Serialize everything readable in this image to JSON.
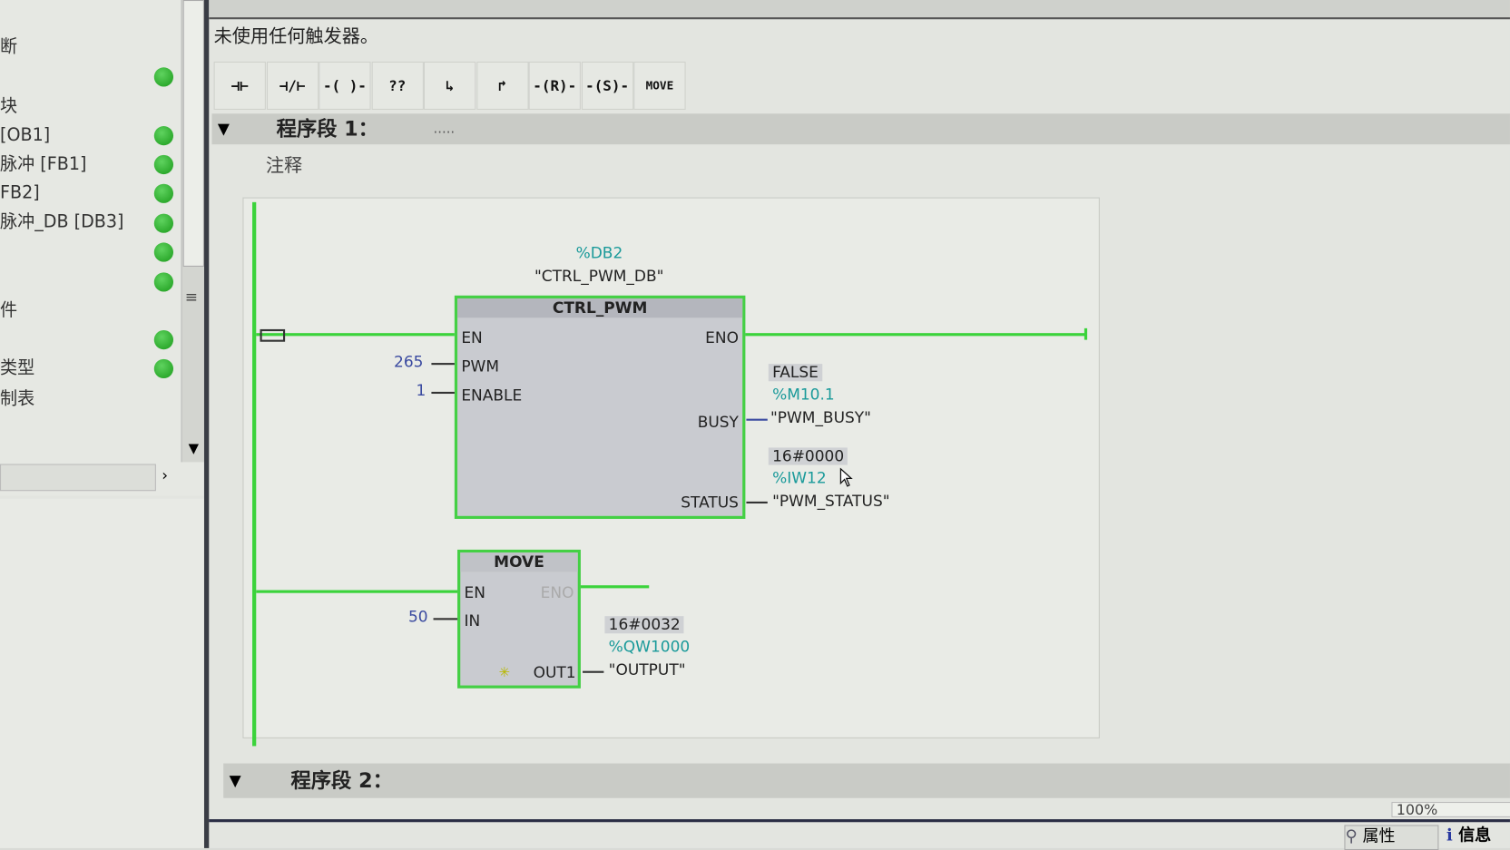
{
  "tree": {
    "items": [
      {
        "label": "断",
        "status": null
      },
      {
        "label": "",
        "status": "ok"
      },
      {
        "label": "块",
        "status": null
      },
      {
        "label": "[OB1]",
        "status": "ok"
      },
      {
        "label": "脉冲 [FB1]",
        "status": "ok"
      },
      {
        "label": "FB2]",
        "status": "ok"
      },
      {
        "label": "脉冲_DB [DB3]",
        "status": "ok"
      },
      {
        "label": "",
        "status": "ok"
      },
      {
        "label": "",
        "status": "ok"
      },
      {
        "label": "件",
        "status": null
      },
      {
        "label": "",
        "status": "ok"
      },
      {
        "label": "类型",
        "status": "ok"
      },
      {
        "label": "制表",
        "status": null
      }
    ]
  },
  "message": "未使用任何触发器。",
  "toolbar": [
    "⊣⊢",
    "⊣/⊢",
    "-( )-",
    "??",
    "↳",
    "↱",
    "-(R)-",
    "-(S)-",
    "MOVE"
  ],
  "network1": {
    "title": "程序段 1：",
    "dots": ".....",
    "comment": "注释"
  },
  "network2": {
    "title": "程序段 2："
  },
  "ctrl_pwm": {
    "db_addr": "%DB2",
    "db_name": "\"CTRL_PWM_DB\"",
    "name": "CTRL_PWM",
    "pins": {
      "en": "EN",
      "eno": "ENO",
      "pwm": "PWM",
      "enable": "ENABLE",
      "busy": "BUSY",
      "status": "STATUS"
    },
    "pwm_val": "265",
    "enable_val": "1",
    "busy": {
      "monitor": "FALSE",
      "addr": "%M10.1",
      "tag": "\"PWM_BUSY\""
    },
    "status": {
      "monitor": "16#0000",
      "addr": "%IW12",
      "tag": "\"PWM_STATUS\""
    }
  },
  "move": {
    "name": "MOVE",
    "pins": {
      "en": "EN",
      "eno": "ENO",
      "in": "IN",
      "out1": "OUT1"
    },
    "in_val": "50",
    "out": {
      "monitor": "16#0032",
      "addr": "%QW1000",
      "tag": "\"OUTPUT\""
    }
  },
  "zoom": "100%",
  "bottom_tabs": {
    "properties": "属性",
    "info": "信息"
  }
}
